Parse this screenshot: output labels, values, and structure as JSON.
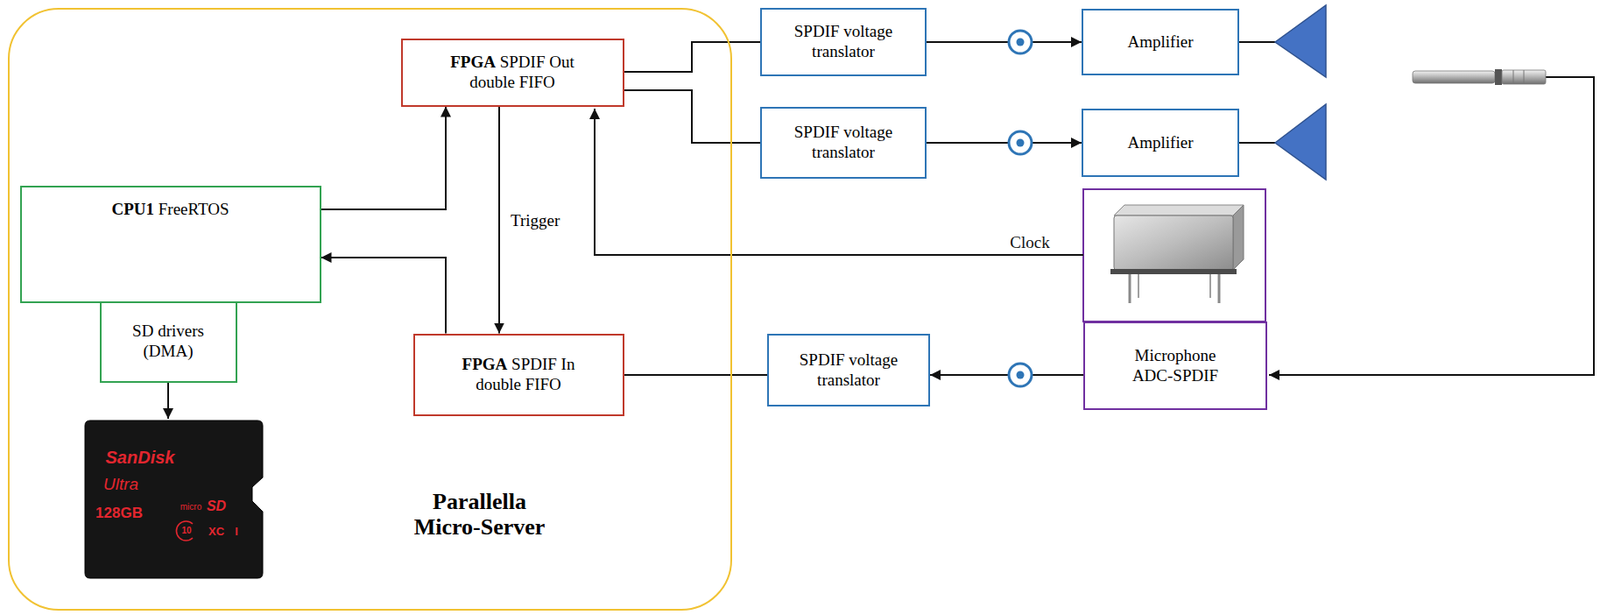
{
  "diagram": {
    "nodes": [
      {
        "text": [
          "Parallella Micro-Server"
        ]
      },
      {
        "text": [
          "FPGA SPDIF Out double FIFO"
        ],
        "in": 0
      },
      {
        "text": [
          "CPU1 FreeRTOS"
        ],
        "in": 0
      },
      {
        "text": [
          "SD drivers (DMA)"
        ],
        "in": 0
      },
      {
        "text": [
          "FPGA SPDIF In double FIFO"
        ],
        "in": 0
      },
      {
        "text": [
          "SPDIF voltage translator"
        ]
      },
      {
        "text": [
          "SPDIF voltage translator"
        ]
      },
      {
        "text": [
          "Amplifier"
        ]
      },
      {
        "text": [
          "Amplifier"
        ]
      },
      {
        "text": [
          "Microphone ADC-SPDIF"
        ]
      },
      {
        "text": [
          "SPDIF voltage translator"
        ]
      }
    ],
    "edges": [
      {
        "from": 2,
        "to": 1,
        "arrow": "to"
      },
      {
        "from": 4,
        "to": 2,
        "arrow": "to"
      },
      {
        "from": 1,
        "to": 4,
        "label": "Trigger",
        "arrow": "to"
      },
      {
        "from": 1,
        "to": 5,
        "arrow": "none"
      },
      {
        "from": 1,
        "to": 6,
        "arrow": "none"
      },
      {
        "from": 5,
        "to": 7,
        "arrow": "to"
      },
      {
        "from": 6,
        "to": 8,
        "arrow": "to"
      },
      {
        "from": 9,
        "to": 10,
        "arrow": "to"
      },
      {
        "from": 10,
        "to": 4,
        "arrow": "none"
      }
    ],
    "labels": [
      "Clock",
      "SanDisk",
      "Ultra",
      "128GB",
      "micro",
      "SD",
      "XC",
      "I",
      "10"
    ]
  }
}
